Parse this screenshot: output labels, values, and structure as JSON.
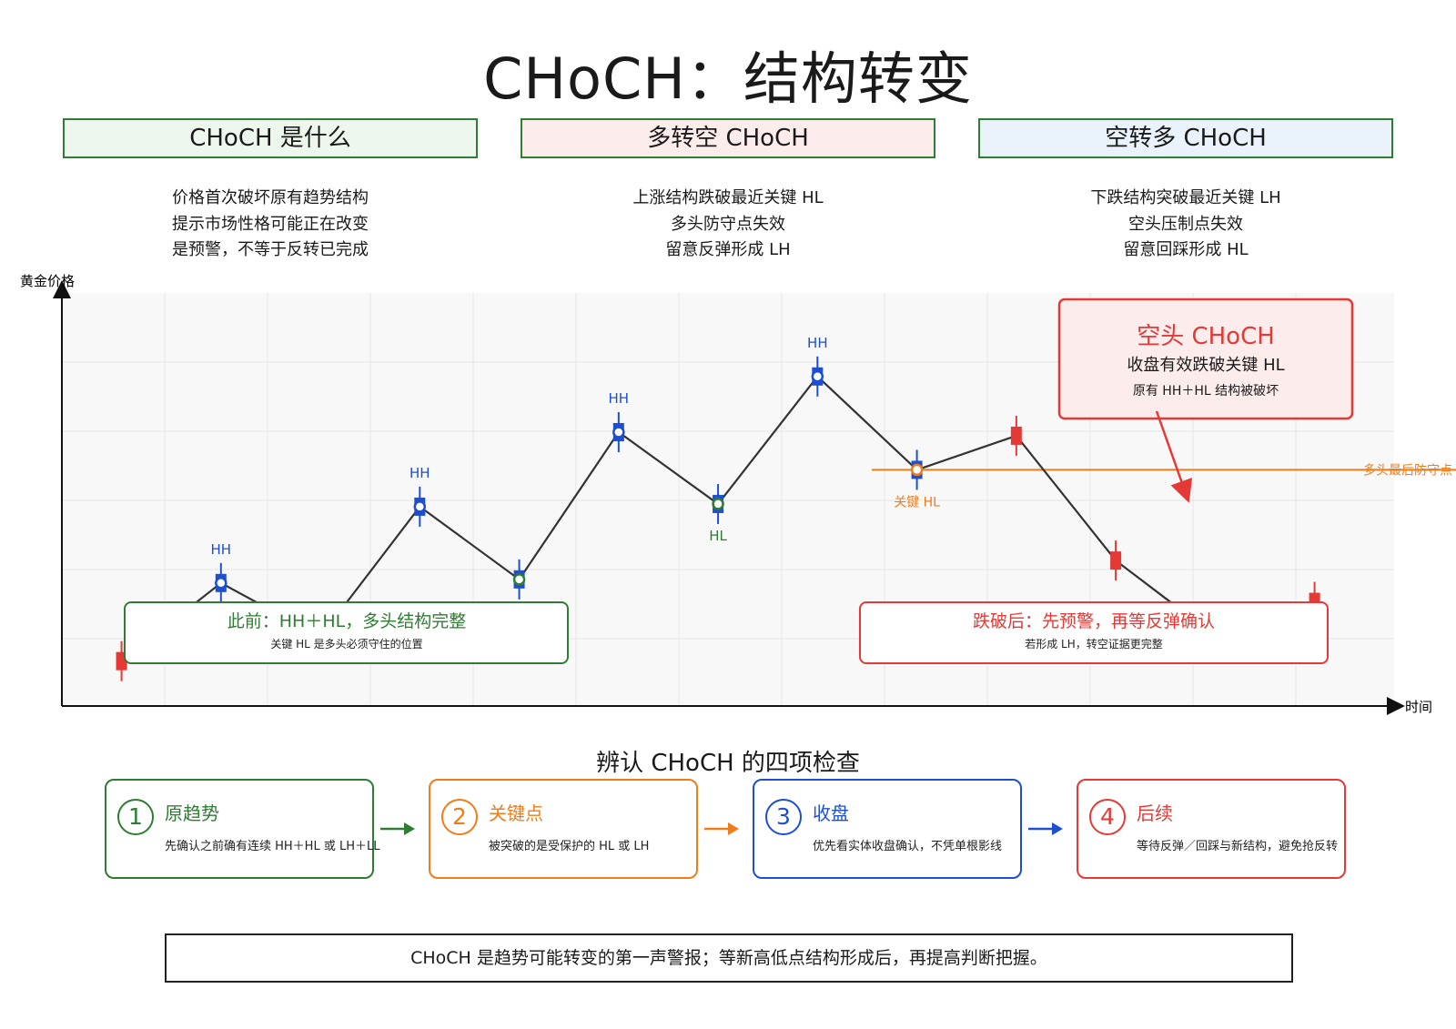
{
  "title": "CHoCH：结构转变",
  "colors": {
    "green": "#2e7d32",
    "red": "#e53935",
    "blue": "#1e4fd1",
    "orange": "#ef7d1a",
    "line": "#333333",
    "green_bg": "#eef7ee",
    "red_bg": "#fdecec",
    "blue_bg": "#eaf2fb"
  },
  "headers": [
    {
      "title": "CHoCH 是什么",
      "lines": [
        "价格首次破坏原有趋势结构",
        "提示市场性格可能正在改变",
        "是预警，不等于反转已完成"
      ]
    },
    {
      "title": "多转空 CHoCH",
      "lines": [
        "上涨结构跌破最近关键 HL",
        "多头防守点失效",
        "留意反弹形成 LH"
      ]
    },
    {
      "title": "空转多 CHoCH",
      "lines": [
        "下跌结构突破最近关键 LH",
        "空头压制点失效",
        "留意回踩形成 HL"
      ]
    }
  ],
  "chart": {
    "ylabel": "黄金价格",
    "xlabel": "时间",
    "callout_title": "空头 CHoCH",
    "callout_line1": "收盘有效跌破关键 HL",
    "callout_line2": "原有 HH＋HL 结构被破坏",
    "key_level_label": "多头最后防守点",
    "key_hl_label": "关键 HL",
    "note_left_title": "此前：HH＋HL，多头结构完整",
    "note_left_desc": "关键 HL 是多头必须守住的位置",
    "note_right_title": "跌破后：先预警，再等反弹确认",
    "note_right_desc": "若形成 LH，转空证据更完整"
  },
  "chart_data": {
    "type": "line",
    "x": [
      1,
      2,
      3,
      4,
      5,
      6,
      7,
      8,
      9,
      10,
      11,
      12,
      13
    ],
    "y": [
      150,
      237,
      177,
      322,
      241,
      405,
      325,
      467,
      363,
      401,
      262,
      178,
      216
    ],
    "point_labels": [
      "",
      "HH",
      "",
      "HH",
      "HL",
      "HH",
      "HL",
      "HH",
      "关键 HL",
      "",
      "",
      "",
      ""
    ],
    "key_level": 363,
    "ylim": [
      100,
      560
    ],
    "xlim": [
      0.4,
      13.8
    ]
  },
  "steps_title": "辨认 CHoCH 的四项检查",
  "steps": [
    {
      "num": "1",
      "title": "原趋势",
      "desc": "先确认之前确有连续 HH＋HL 或 LH＋LL"
    },
    {
      "num": "2",
      "title": "关键点",
      "desc": "被突破的是受保护的 HL 或 LH"
    },
    {
      "num": "3",
      "title": "收盘",
      "desc": "优先看实体收盘确认，不凭单根影线"
    },
    {
      "num": "4",
      "title": "后续",
      "desc": "等待反弹／回踩与新结构，避免抢反转"
    }
  ],
  "footer": "CHoCH 是趋势可能转变的第一声警报；等新高低点结构形成后，再提高判断把握。"
}
